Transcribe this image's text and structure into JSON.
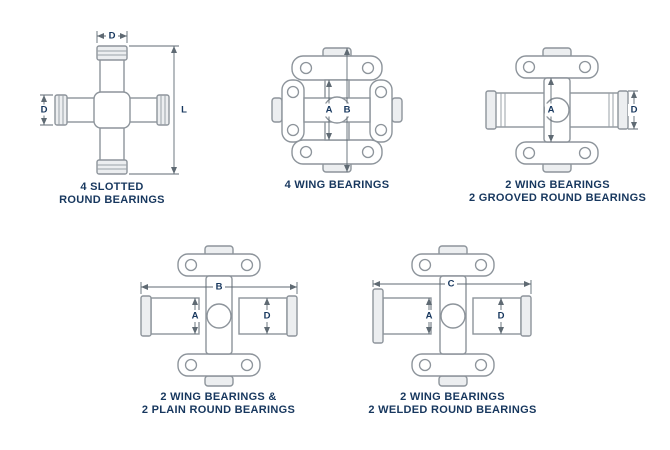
{
  "page": {
    "background_color": "#ffffff",
    "accent_color": "#17375e",
    "line_color": "#8d949b"
  },
  "figures": [
    {
      "caption_line1": "4 SLOTTED",
      "caption_line2": "ROUND BEARINGS",
      "dims": {
        "top": "D",
        "left": "D",
        "right": "L"
      }
    },
    {
      "caption_line1": "4 WING BEARINGS",
      "caption_line2": "",
      "dims": {
        "a": "A",
        "b": "B"
      }
    },
    {
      "caption_line1": "2 WING BEARINGS",
      "caption_line2": "2 GROOVED ROUND BEARINGS",
      "dims": {
        "a": "A",
        "d": "D"
      }
    },
    {
      "caption_line1": "2 WING BEARINGS &",
      "caption_line2": "2 PLAIN ROUND BEARINGS",
      "dims": {
        "a": "A",
        "b": "B",
        "d": "D"
      }
    },
    {
      "caption_line1": "2 WING BEARINGS",
      "caption_line2": "2 WELDED ROUND BEARINGS",
      "dims": {
        "a": "A",
        "c": "C",
        "d": "D"
      }
    }
  ]
}
